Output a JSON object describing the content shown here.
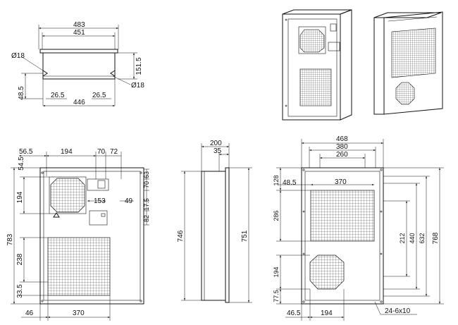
{
  "top_view": {
    "overall_width": "483",
    "inner_width": "451",
    "hole_left": "Ø18",
    "hole_right": "Ø18",
    "height": "151.5",
    "mount_offset": "48.5",
    "edge_left": "26.5",
    "edge_right": "26.5",
    "base_width": "446"
  },
  "front_view": {
    "left_margin": "56.5",
    "fan_width": "194",
    "switch_w1": "70",
    "switch_w2": "72",
    "top_offset": "54.5",
    "fan_height": "194",
    "h_63": "63",
    "h_70": "70",
    "h_17_5": "17.5",
    "h_82": "82",
    "offset_153": "153",
    "offset_49": "49",
    "total_height": "783",
    "grille_height": "238",
    "bottom_offset": "33.5",
    "bottom_left": "46",
    "bottom_width": "370"
  },
  "side_view": {
    "depth_total": "200",
    "depth_flange": "35",
    "height_body": "746",
    "height_total": "751"
  },
  "back_view": {
    "overall_width": "468",
    "width_380": "380",
    "width_260": "260",
    "top_128": "128",
    "left_48_5": "48.5",
    "grille_width": "370",
    "grille_height": "286",
    "h_212": "212",
    "h_440": "440",
    "h_632": "632",
    "h_768": "768",
    "fan_194": "194",
    "bottom_77_5": "77.5",
    "bottom_left_46_5": "46.5",
    "bottom_fan_width": "194",
    "holes": "24-6x10"
  }
}
